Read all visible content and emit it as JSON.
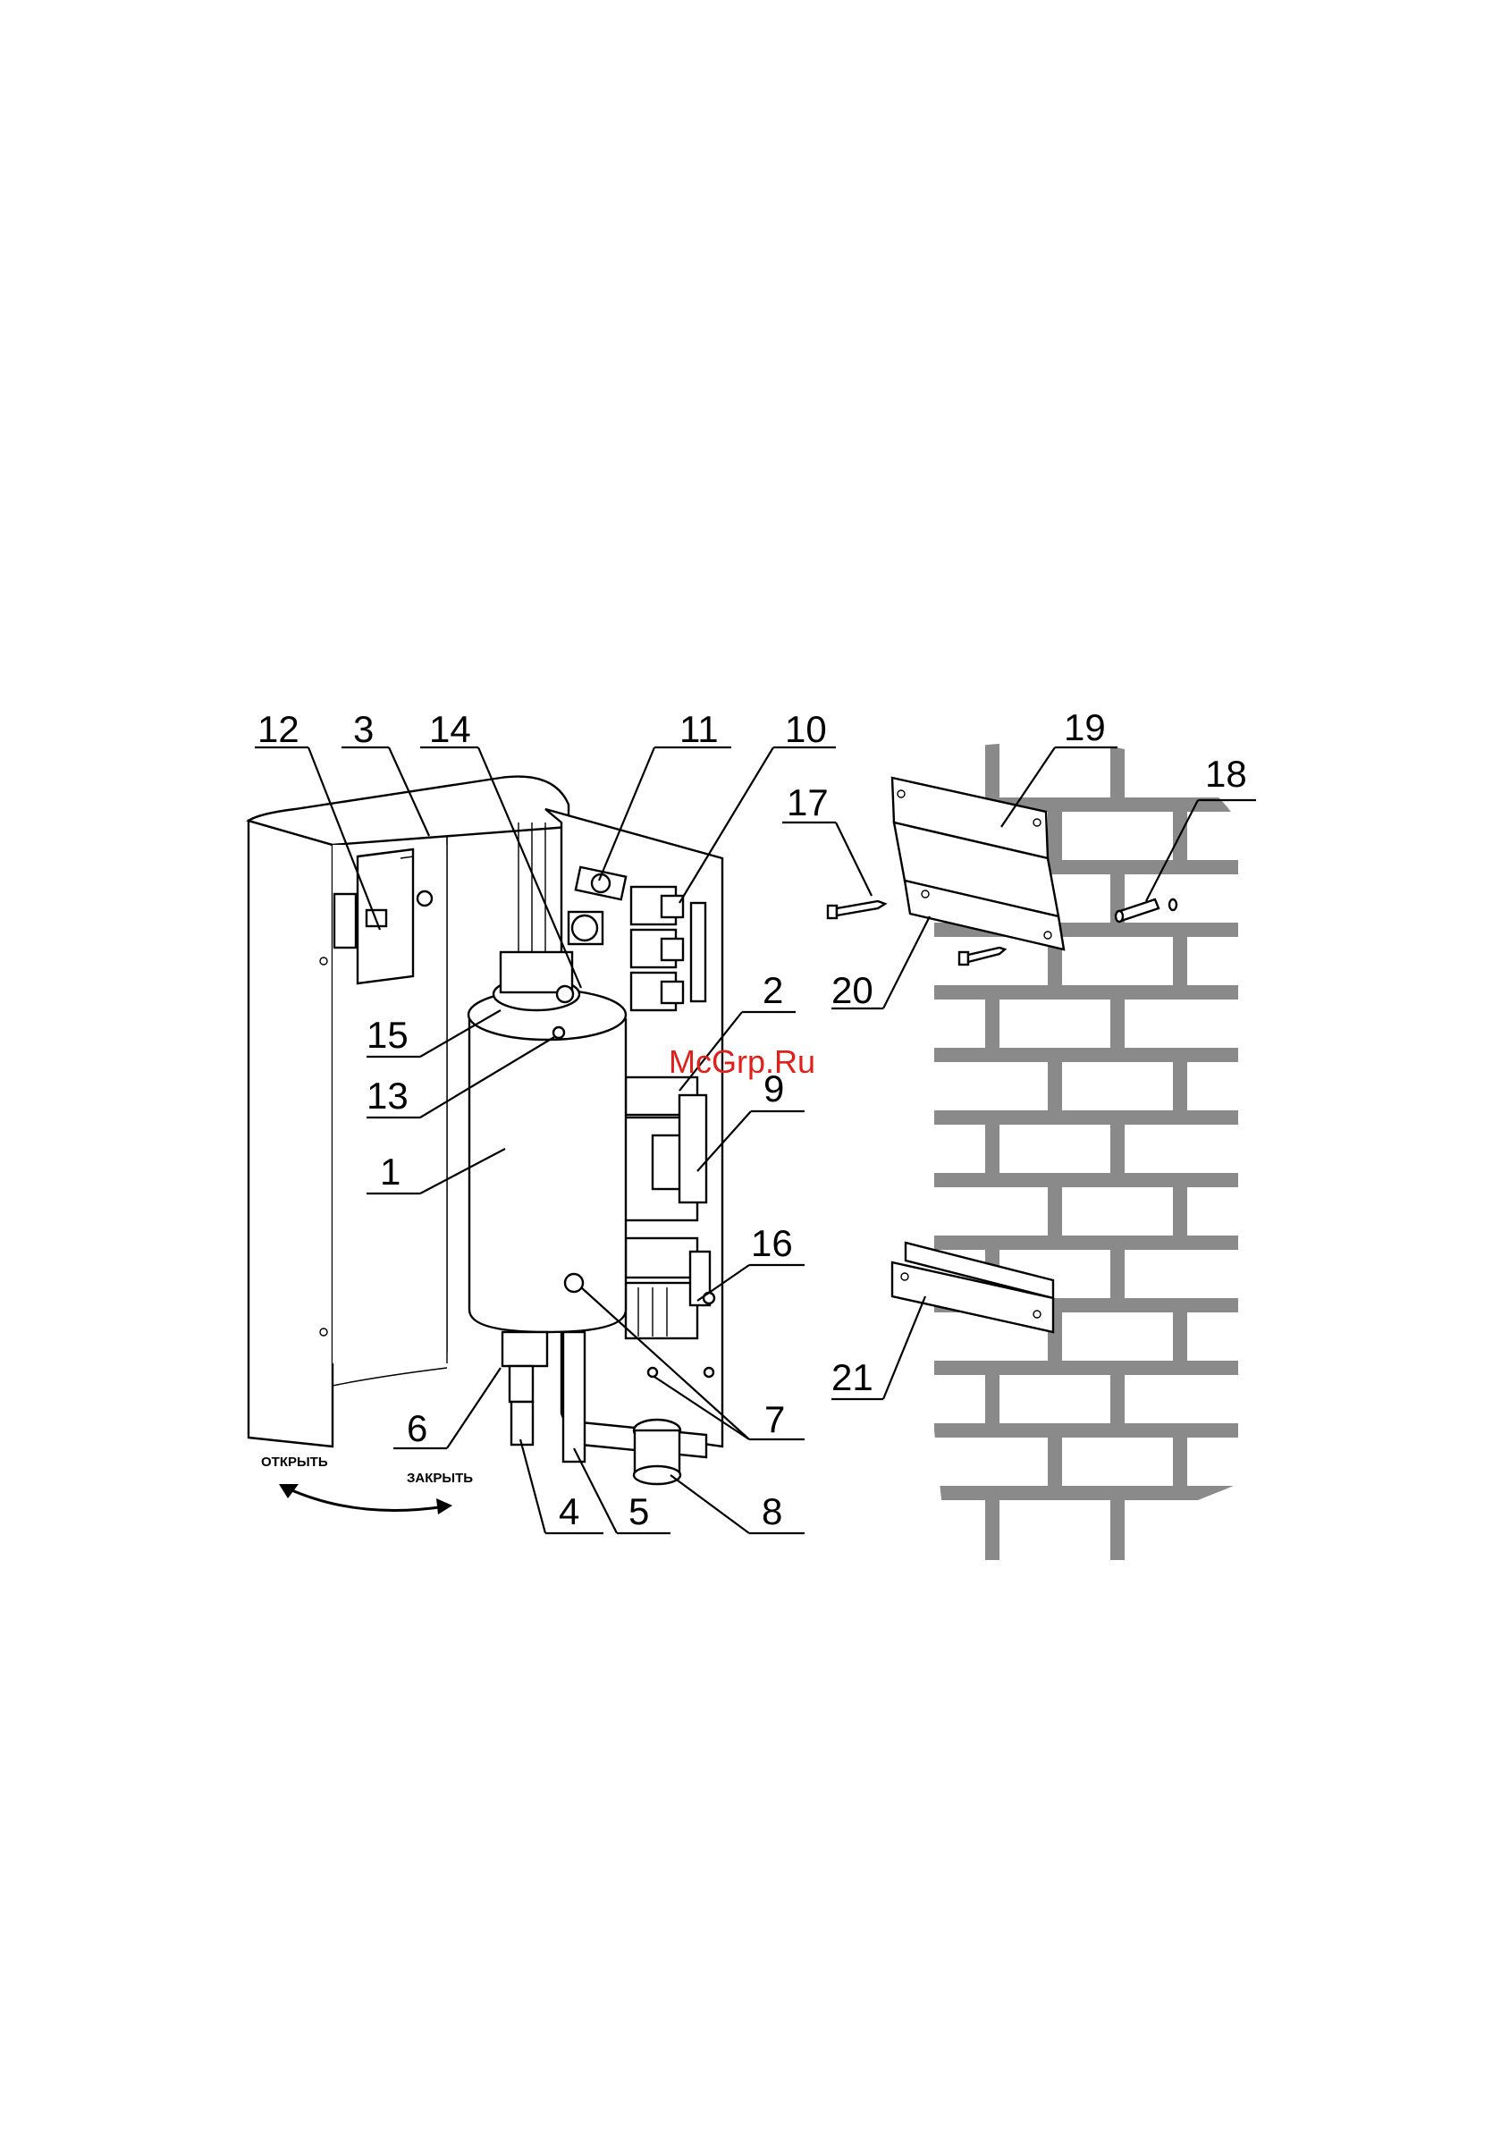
{
  "watermark": "McGrp.Ru",
  "directions": {
    "open": "ОТКРЫТЬ",
    "close": "ЗАКРЫТЬ"
  },
  "callouts": {
    "c1": "1",
    "c2": "2",
    "c3": "3",
    "c4": "4",
    "c5": "5",
    "c6": "6",
    "c7": "7",
    "c8": "8",
    "c9": "9",
    "c10": "10",
    "c11": "11",
    "c12": "12",
    "c13": "13",
    "c14": "14",
    "c15": "15",
    "c16": "16",
    "c17": "17",
    "c18": "18",
    "c19": "19",
    "c20": "20",
    "c21": "21"
  },
  "colors": {
    "line": "#000000",
    "brick_mortar": "#8a8a8a",
    "watermark": "#e0201a"
  },
  "icons": {
    "direction": "curved-double-arrow-icon"
  }
}
